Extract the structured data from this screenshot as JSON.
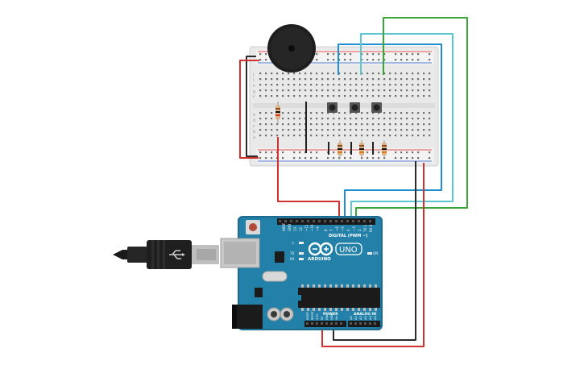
{
  "arduino": {
    "brand": "ARDUINO",
    "model": "UNO",
    "digital_header": "DIGITAL (PWM ~)",
    "analog_header": "ANALOG IN",
    "power_header": "POWER",
    "on_label": "ON",
    "led_l": "L",
    "led_tx": "TX",
    "led_rx": "RX",
    "aref": "AREF",
    "gnd": "GND",
    "digital_pins": [
      "13",
      "12",
      "~11",
      "~10",
      "~9",
      "8",
      "7",
      "~6",
      "~5",
      "4",
      "~3",
      "2",
      "TX 1",
      "RX 0"
    ],
    "power_pins": [
      "IOREF",
      "RESET",
      "3.3V",
      "5V",
      "GND",
      "GND",
      "Vin"
    ],
    "analog_pins": [
      "A0",
      "A1",
      "A2",
      "A3",
      "A4",
      "A5"
    ]
  },
  "breadboard": {
    "row_letters_top": [
      "j",
      "i",
      "h",
      "g",
      "f"
    ],
    "row_letters_bottom": [
      "e",
      "d",
      "c",
      "b",
      "a"
    ]
  },
  "wire_colors": {
    "red": "#d1322f",
    "black": "#2a2a2a",
    "blue": "#1f8fd0",
    "cyan": "#5cc7cf",
    "green": "#3aa63a"
  }
}
